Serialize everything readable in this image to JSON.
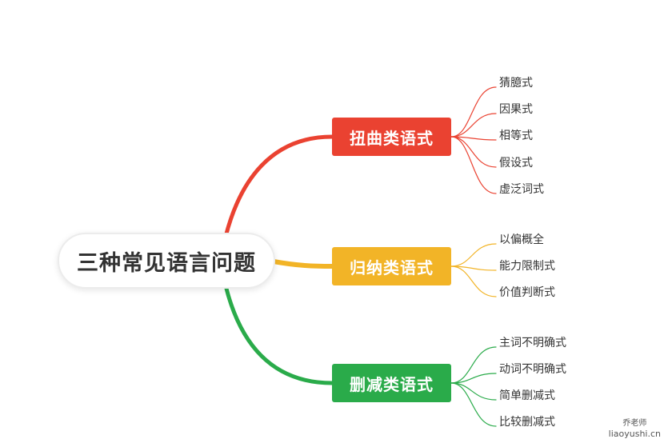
{
  "root": {
    "label": "三种常见语言问题"
  },
  "branches": [
    {
      "label": "扭曲类语式",
      "color": "#ea4231",
      "children": [
        "猜臆式",
        "因果式",
        "相等式",
        "假设式",
        "虚泛词式"
      ]
    },
    {
      "label": "归纳类语式",
      "color": "#f2b427",
      "children": [
        "以偏概全",
        "能力限制式",
        "价值判断式"
      ]
    },
    {
      "label": "删减类语式",
      "color": "#2aab4a",
      "children": [
        "主词不明确式",
        "动词不明确式",
        "简单删减式",
        "比较删减式"
      ]
    }
  ],
  "watermark": {
    "top": "乔老师",
    "bottom": "liaoyushi.cn"
  }
}
